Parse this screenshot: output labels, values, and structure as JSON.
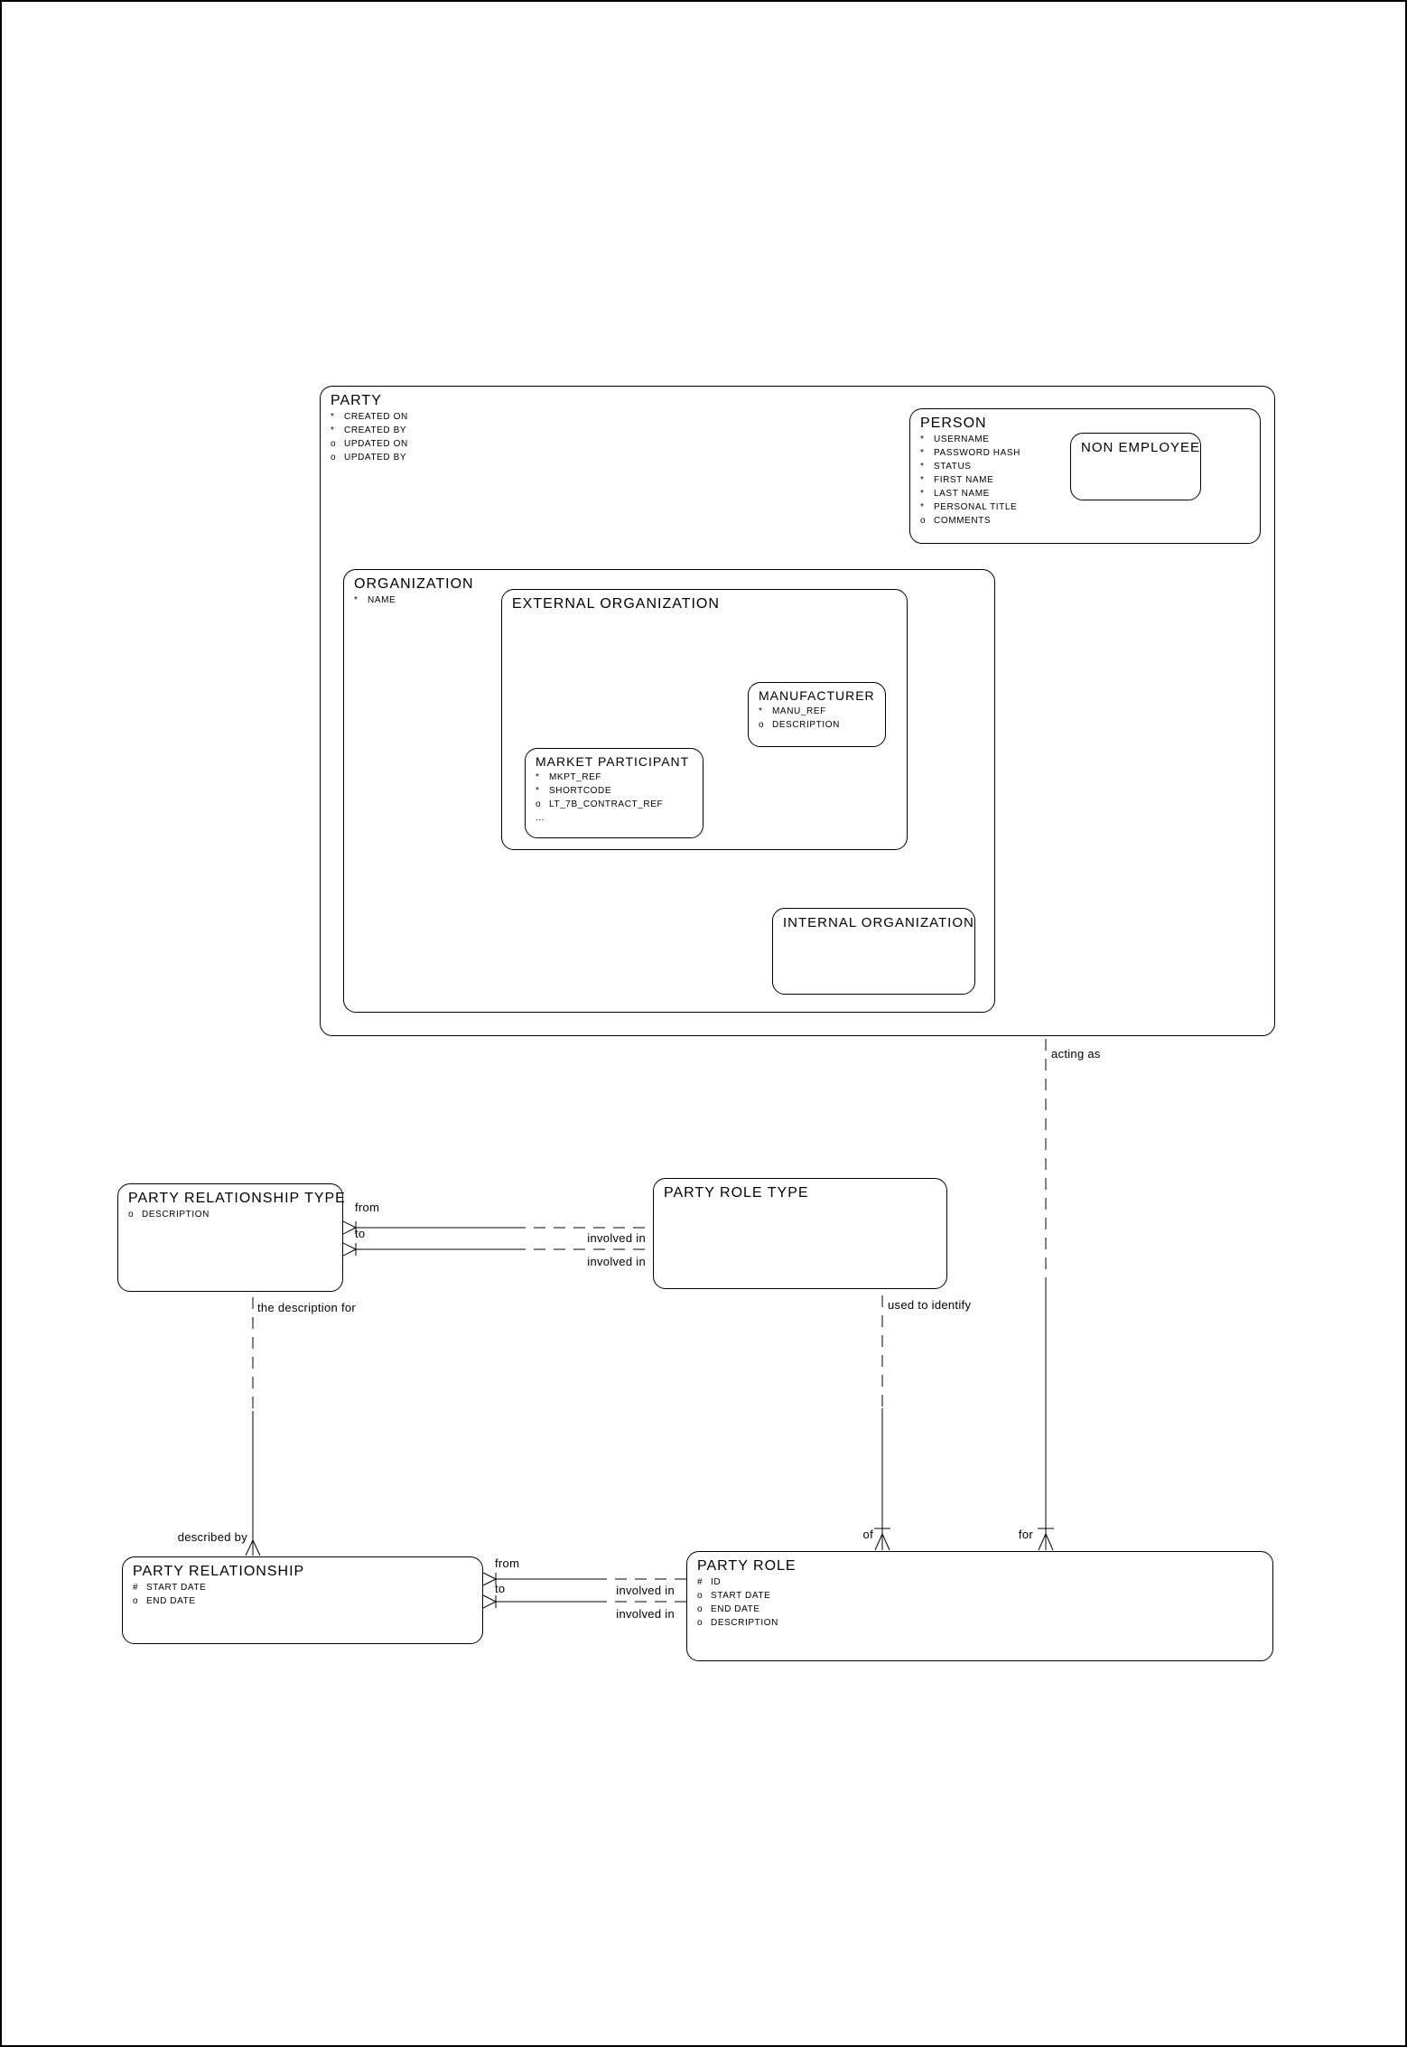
{
  "colors": {
    "line": "#000000",
    "background": "#ffffff",
    "text": "#000000"
  },
  "entities": {
    "party": {
      "title": "PARTY",
      "attributes": [
        {
          "p": "*",
          "n": "CREATED ON"
        },
        {
          "p": "*",
          "n": "CREATED BY"
        },
        {
          "p": "o",
          "n": "UPDATED ON"
        },
        {
          "p": "o",
          "n": "UPDATED BY"
        }
      ]
    },
    "person": {
      "title": "PERSON",
      "attributes": [
        {
          "p": "*",
          "n": "USERNAME"
        },
        {
          "p": "*",
          "n": "PASSWORD HASH"
        },
        {
          "p": "*",
          "n": "STATUS"
        },
        {
          "p": "*",
          "n": "FIRST NAME"
        },
        {
          "p": "*",
          "n": "LAST NAME"
        },
        {
          "p": "*",
          "n": "PERSONAL TITLE"
        },
        {
          "p": "o",
          "n": "COMMENTS"
        }
      ]
    },
    "non_employee": {
      "title": "NON EMPLOYEE"
    },
    "organization": {
      "title": "ORGANIZATION",
      "attributes": [
        {
          "p": "*",
          "n": "NAME"
        }
      ]
    },
    "external_organization": {
      "title": "EXTERNAL ORGANIZATION"
    },
    "manufacturer": {
      "title": "MANUFACTURER",
      "attributes": [
        {
          "p": "*",
          "n": "MANU_REF"
        },
        {
          "p": "o",
          "n": "DESCRIPTION"
        }
      ]
    },
    "market_participant": {
      "title": "MARKET PARTICIPANT",
      "attributes": [
        {
          "p": "*",
          "n": "MKPT_REF"
        },
        {
          "p": "*",
          "n": "SHORTCODE"
        },
        {
          "p": "o",
          "n": "LT_7B_CONTRACT_REF"
        },
        {
          "p": "...",
          "n": ""
        }
      ]
    },
    "internal_organization": {
      "title": "INTERNAL ORGANIZATION"
    },
    "party_relationship_type": {
      "title": "PARTY RELATIONSHIP TYPE",
      "attributes": [
        {
          "p": "o",
          "n": "DESCRIPTION"
        }
      ]
    },
    "party_role_type": {
      "title": "PARTY ROLE TYPE"
    },
    "party_relationship": {
      "title": "PARTY RELATIONSHIP",
      "attributes": [
        {
          "p": "#",
          "n": "START DATE"
        },
        {
          "p": "o",
          "n": "END DATE"
        }
      ]
    },
    "party_role": {
      "title": "PARTY ROLE",
      "attributes": [
        {
          "p": "#",
          "n": "ID"
        },
        {
          "p": "o",
          "n": "START DATE"
        },
        {
          "p": "o",
          "n": "END DATE"
        },
        {
          "p": "o",
          "n": "DESCRIPTION"
        }
      ]
    }
  },
  "labels": {
    "acting_as": "acting as",
    "for": "for",
    "used_to_identify": "used to identify",
    "of": "of",
    "the_description_for": "the description for",
    "described_by": "described by",
    "from_top": "from",
    "to_top": "to",
    "involved_in_top_a": "involved in",
    "involved_in_top_b": "involved in",
    "from_bottom": "from",
    "to_bottom": "to",
    "involved_in_bottom_a": "involved in",
    "involved_in_bottom_b": "involved in"
  }
}
